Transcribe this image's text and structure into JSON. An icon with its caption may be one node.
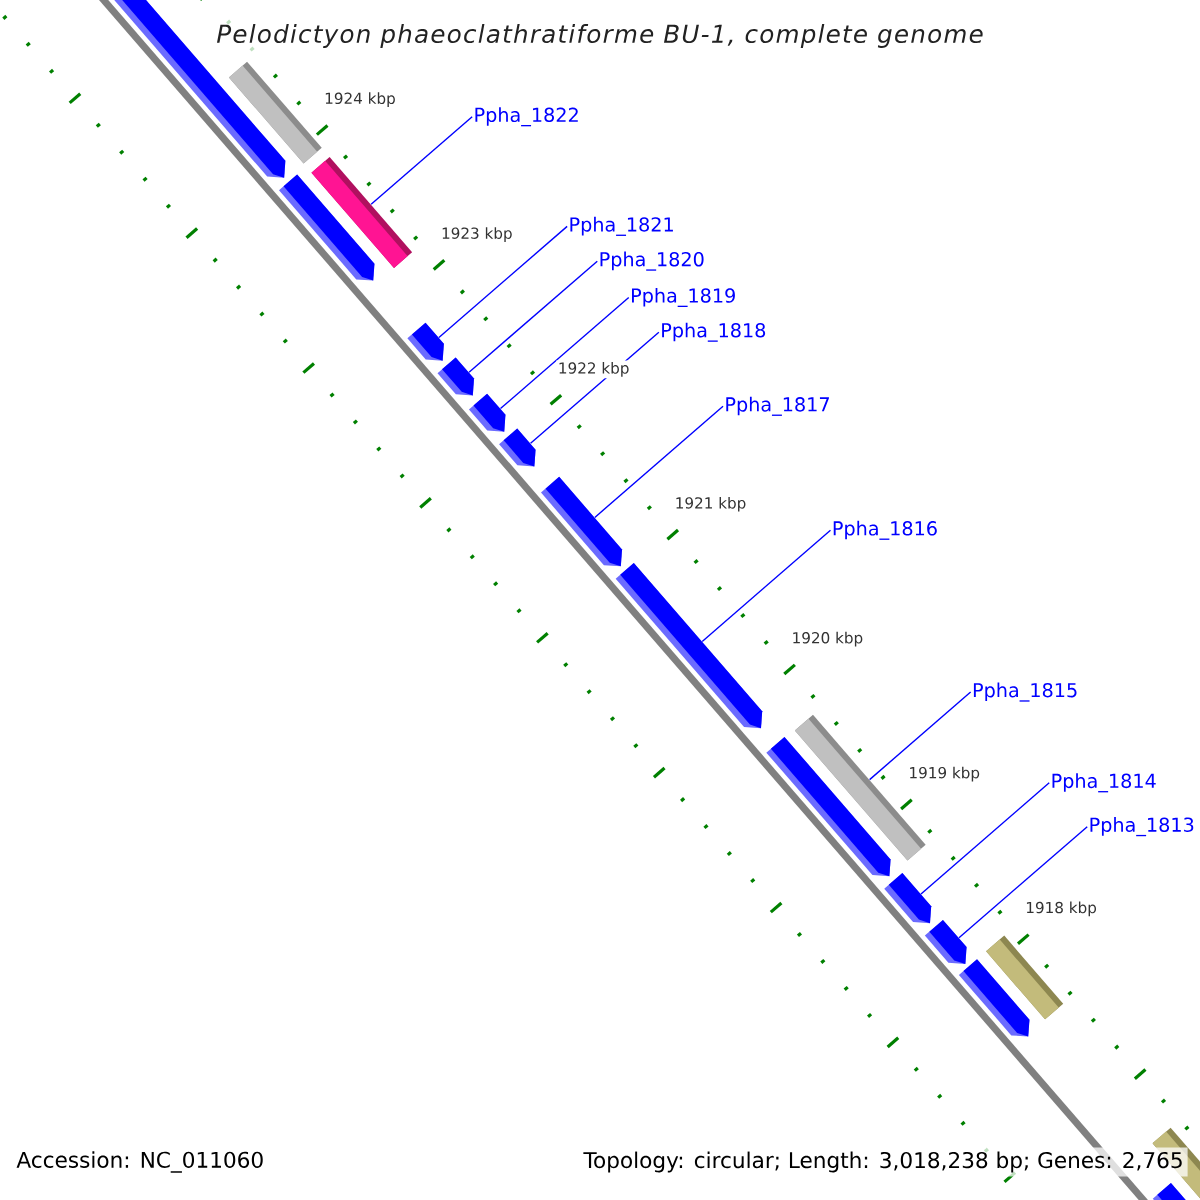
{
  "diagram": {
    "title": "Pelodictyon phaeoclathratiforme BU-1, complete genome",
    "nodes": [
      {
        "text": [
          "Ppha_1822"
        ]
      },
      {
        "text": [
          "Ppha_1821"
        ]
      },
      {
        "text": [
          "Ppha_1820"
        ]
      },
      {
        "text": [
          "Ppha_1819"
        ]
      },
      {
        "text": [
          "Ppha_1818"
        ]
      },
      {
        "text": [
          "Ppha_1817"
        ]
      },
      {
        "text": [
          "Ppha_1816"
        ]
      },
      {
        "text": [
          "Ppha_1815"
        ]
      },
      {
        "text": [
          "Ppha_1814"
        ]
      },
      {
        "text": [
          "Ppha_1813"
        ]
      },
      {
        "text": [],
        "shape": "bar"
      },
      {
        "text": [],
        "shape": "arrow"
      },
      {
        "text": [],
        "shape": "bar"
      },
      {
        "text": [],
        "shape": "arrow"
      },
      {
        "text": [],
        "shape": "arrow"
      },
      {
        "text": [],
        "shape": "arrow"
      },
      {
        "text": [],
        "shape": "arrow"
      },
      {
        "text": [],
        "shape": "arrow"
      },
      {
        "text": [],
        "shape": "arrow"
      },
      {
        "text": [],
        "shape": "arrow"
      },
      {
        "text": [],
        "shape": "bar"
      },
      {
        "text": [],
        "shape": "arrow"
      },
      {
        "text": [],
        "shape": "arrow"
      },
      {
        "text": [],
        "shape": "arrow"
      },
      {
        "text": [],
        "shape": "bar"
      },
      {
        "text": [],
        "shape": "arrow"
      },
      {
        "text": [],
        "shape": "bar"
      },
      {
        "text": [],
        "shape": "arrow"
      }
    ],
    "edges": [
      {
        "from": 0,
        "to": 12,
        "arrow": "none"
      },
      {
        "from": 1,
        "to": 14,
        "arrow": "none"
      },
      {
        "from": 2,
        "to": 15,
        "arrow": "none"
      },
      {
        "from": 3,
        "to": 16,
        "arrow": "none"
      },
      {
        "from": 4,
        "to": 17,
        "arrow": "none"
      },
      {
        "from": 5,
        "to": 18,
        "arrow": "none"
      },
      {
        "from": 6,
        "to": 19,
        "arrow": "none"
      },
      {
        "from": 7,
        "to": 20,
        "arrow": "none"
      },
      {
        "from": 8,
        "to": 22,
        "arrow": "none"
      },
      {
        "from": 9,
        "to": 23,
        "arrow": "none"
      }
    ],
    "labels": [
      "1924 kbp",
      "1923 kbp",
      "1922 kbp",
      "1921 kbp",
      "1920 kbp",
      "1919 kbp",
      "1918 kbp",
      "Accession: NC_011060",
      "Topology: circular; Length: 3,018,238 bp; Genes: 2,765"
    ]
  }
}
